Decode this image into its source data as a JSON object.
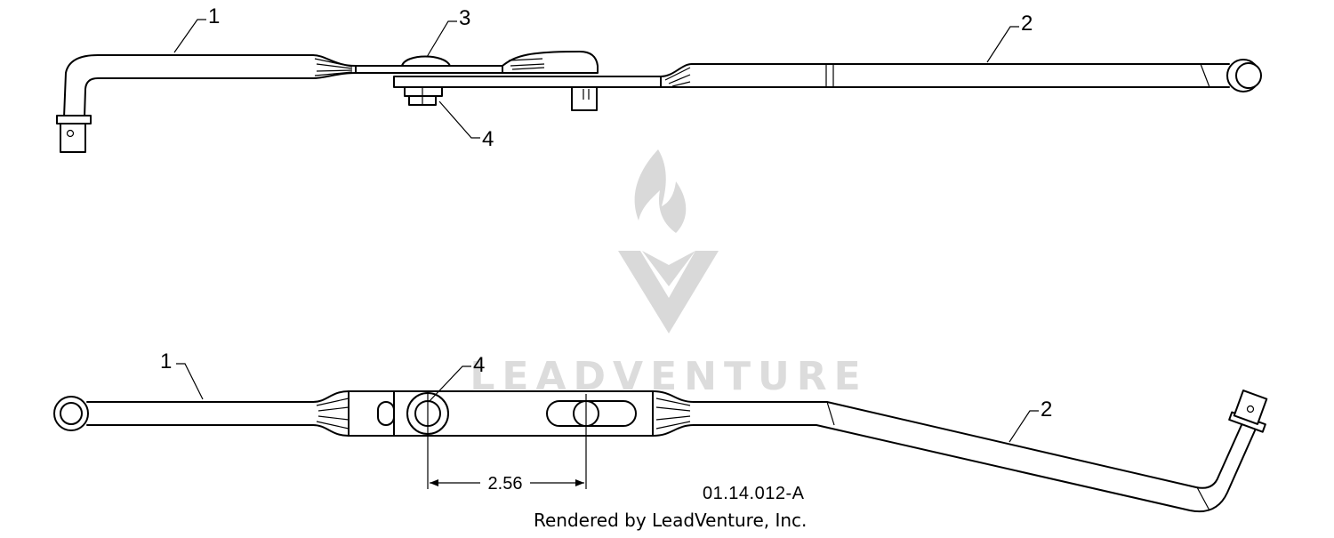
{
  "callouts": {
    "top": [
      "1",
      "3",
      "2",
      "4"
    ],
    "bottom": [
      "1",
      "4",
      "2"
    ]
  },
  "dimension": "2.56",
  "drawing_code": "01.14.012-A",
  "credit": "Rendered by LeadVenture, Inc.",
  "watermark": "LEADVENTURE"
}
